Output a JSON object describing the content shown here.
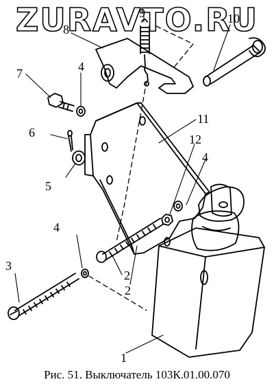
{
  "watermark": "ZURAVTO.RU",
  "caption": "Рис. 51. Выключатель 103К.01.00.070",
  "callouts": {
    "c1": "1",
    "c2a": "2",
    "c2b": "2",
    "c3": "3",
    "c4a": "4",
    "c4b": "4",
    "c4c": "4",
    "c5": "5",
    "c6": "6",
    "c7": "7",
    "c8": "8",
    "c9": "9",
    "c10": "10",
    "c11": "11",
    "c12": "12"
  }
}
